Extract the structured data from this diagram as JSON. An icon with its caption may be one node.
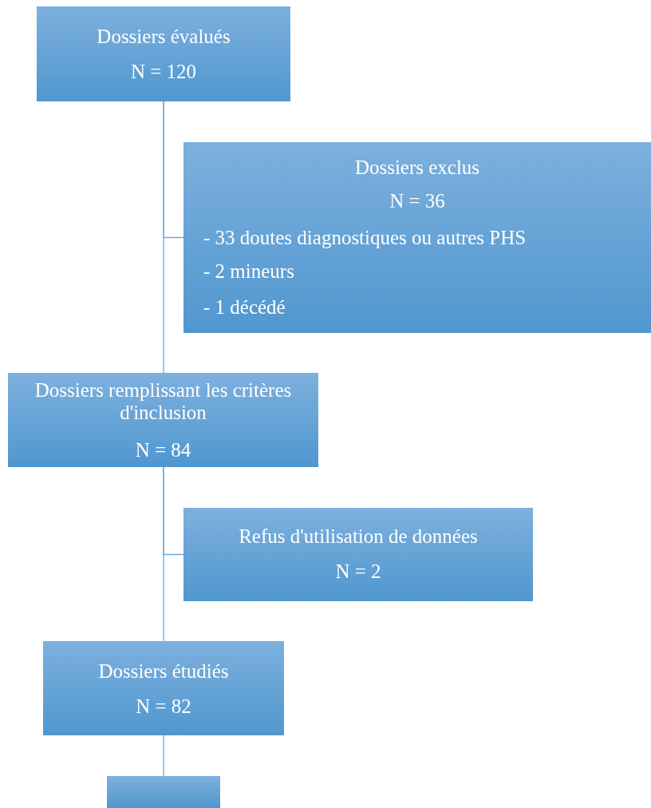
{
  "diagram": {
    "nodes": [
      {
        "text": [
          "Dossiers évalués",
          "N = 120"
        ]
      },
      {
        "text": [
          "Dossiers exclus",
          "N = 36",
          "- 33 doutes diagnostiques ou autres PHS",
          "- 2 mineurs",
          "- 1 décédé"
        ]
      },
      {
        "text": [
          "Dossiers remplissant les critères d'inclusion",
          "N = 84"
        ]
      },
      {
        "text": [
          "Refus d'utilisation de données",
          "N = 2"
        ]
      },
      {
        "text": [
          "Dossiers étudiés",
          "N = 82"
        ]
      },
      {
        "text": [],
        "shape": "box"
      }
    ],
    "edges": [
      {
        "from": 0,
        "to": 2,
        "arrow": "none"
      },
      {
        "from": 0,
        "to": 1,
        "arrow": "none"
      },
      {
        "from": 2,
        "to": 4,
        "arrow": "none"
      },
      {
        "from": 2,
        "to": 3,
        "arrow": "none"
      },
      {
        "from": 4,
        "to": 5,
        "arrow": "none"
      }
    ]
  }
}
